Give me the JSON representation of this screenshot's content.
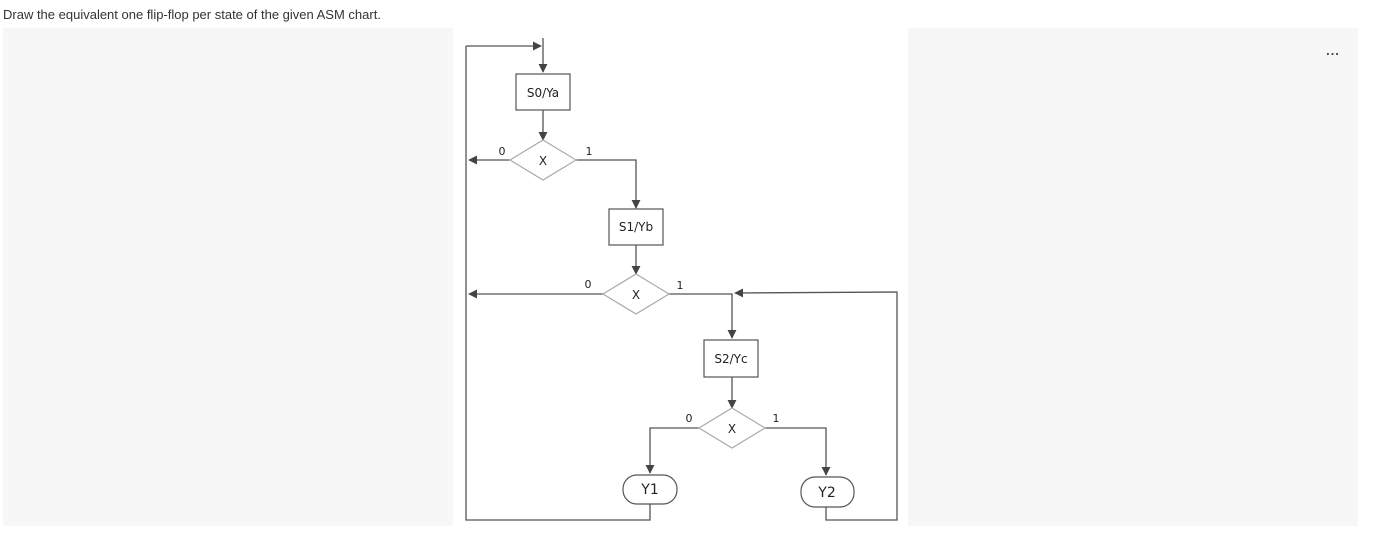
{
  "question": {
    "text": "Draw the equivalent one flip-flop per state of the given ASM chart."
  },
  "toolbar": {
    "more_label": "...",
    "more_icon": "more-horizontal-icon"
  },
  "diagram": {
    "states": [
      {
        "id": "s0",
        "label": "S0/Ya"
      },
      {
        "id": "s1",
        "label": "S1/Yb"
      },
      {
        "id": "s2",
        "label": "S2/Yc"
      }
    ],
    "decisions": [
      {
        "id": "d1",
        "label": "X",
        "zero_label": "0",
        "one_label": "1"
      },
      {
        "id": "d2",
        "label": "X",
        "zero_label": "0",
        "one_label": "1"
      },
      {
        "id": "d3",
        "label": "X",
        "zero_label": "0",
        "one_label": "1"
      }
    ],
    "outputs": [
      {
        "id": "y1",
        "label": "Y1"
      },
      {
        "id": "y2",
        "label": "Y2"
      }
    ]
  }
}
